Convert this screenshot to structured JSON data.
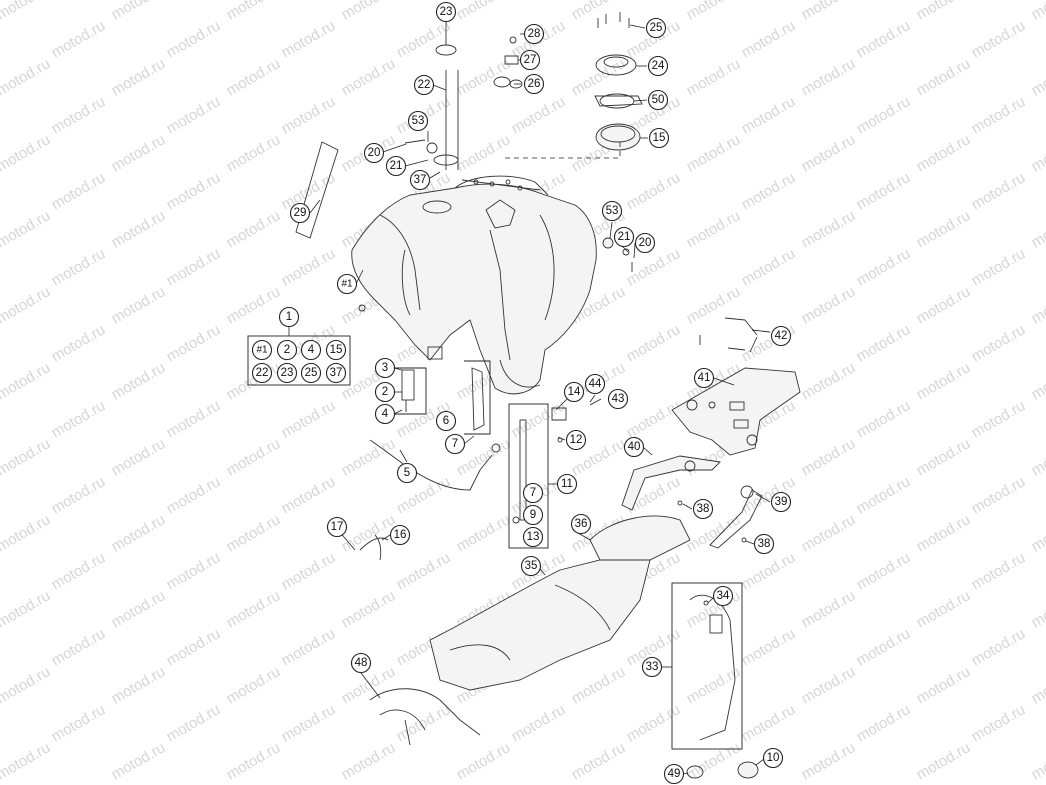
{
  "watermark": {
    "text": "motod.ru"
  },
  "kit_group": {
    "label": "1",
    "items": [
      "#1",
      "2",
      "4",
      "15",
      "22",
      "23",
      "25",
      "37"
    ]
  },
  "callouts": {
    "c23": "23",
    "c28": "28",
    "c27": "27",
    "c26": "26",
    "c22": "22",
    "c25": "25",
    "c24": "24",
    "c50": "50",
    "c15": "15",
    "c53a": "53",
    "c20a": "20",
    "c21a": "21",
    "c37": "37",
    "c29": "29",
    "c53b": "53",
    "c21b": "21",
    "c20b": "20",
    "c1": "1",
    "c_h1": "#1",
    "c3": "3",
    "c2": "2",
    "c4": "4",
    "c6": "6",
    "c7a": "7",
    "c5": "5",
    "c14": "14",
    "c44": "44",
    "c43": "43",
    "c12": "12",
    "c11": "11",
    "c7b": "7",
    "c9": "9",
    "c13": "13",
    "c42": "42",
    "c41": "41",
    "c40": "40",
    "c39": "39",
    "c38a": "38",
    "c38b": "38",
    "c36": "36",
    "c35": "35",
    "c17": "17",
    "c16": "16",
    "c34": "34",
    "c33": "33",
    "c48": "48",
    "c49": "49",
    "c10": "10"
  }
}
